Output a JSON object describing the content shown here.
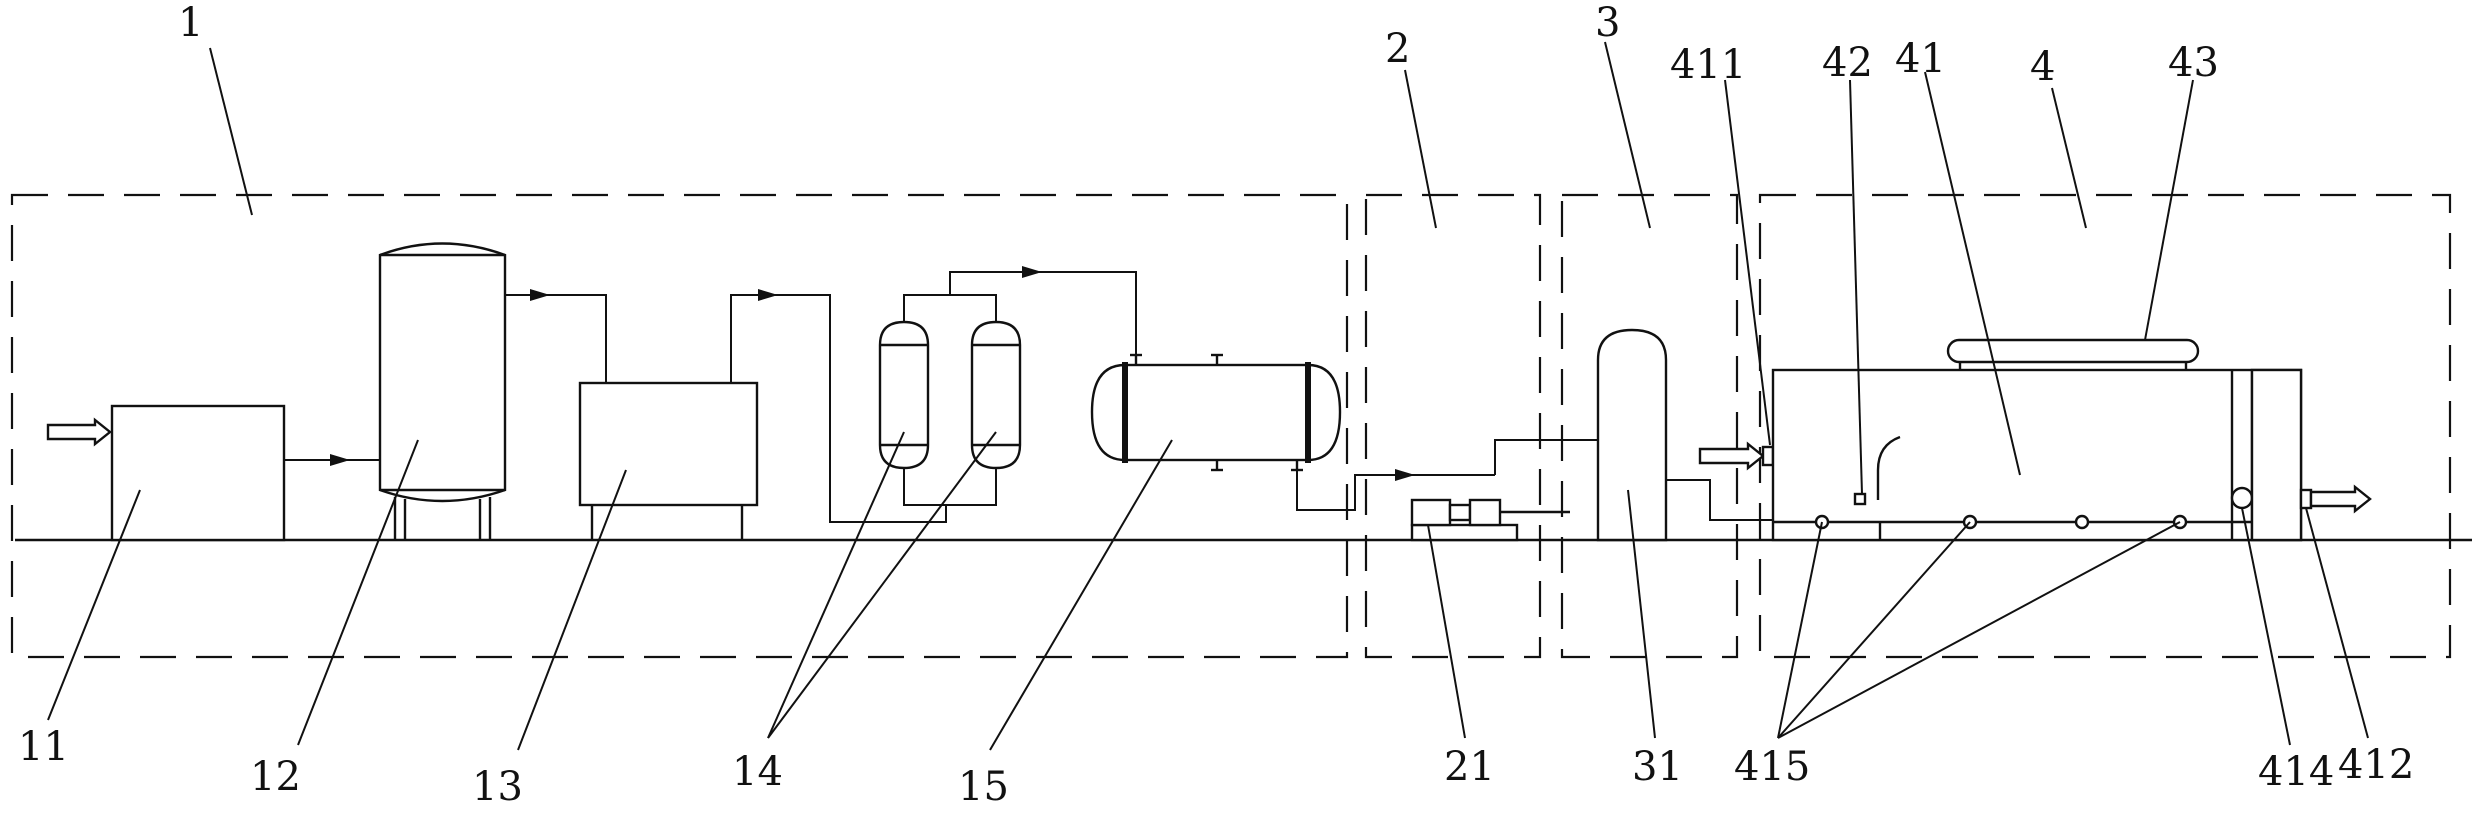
{
  "labels": {
    "l1": "1",
    "l2": "2",
    "l3": "3",
    "l4": "4",
    "l11": "11",
    "l12": "12",
    "l13": "13",
    "l14": "14",
    "l15": "15",
    "l21": "21",
    "l31": "31",
    "l41": "41",
    "l42": "42",
    "l43": "43",
    "l411": "411",
    "l412": "412",
    "l414": "414",
    "l415": "415"
  }
}
